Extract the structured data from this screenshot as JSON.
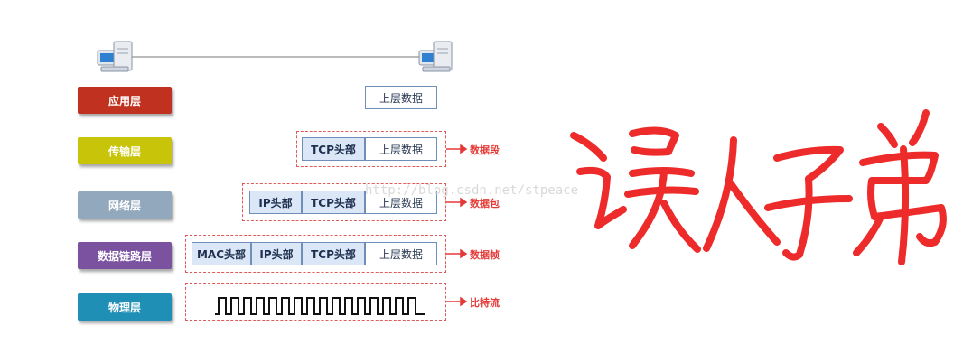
{
  "layers": [
    {
      "label": "应用层",
      "color": "#c1311f"
    },
    {
      "label": "传输层",
      "color": "#c8c40a"
    },
    {
      "label": "网络层",
      "color": "#92a8bd"
    },
    {
      "label": "数据链路层",
      "color": "#7a52a0"
    },
    {
      "label": "物理层",
      "color": "#1f8fb6"
    }
  ],
  "cells": {
    "upper_data": "上层数据",
    "tcp_header": "TCP头部",
    "ip_header": "IP头部",
    "mac_header": "MAC头部"
  },
  "units": {
    "segment": "数据段",
    "packet": "数据包",
    "frame": "数据帧",
    "bitstream": "比特流"
  },
  "watermark": "http://blog.csdn.net/stpeace",
  "handwriting": "误人子弟",
  "colors": {
    "arrow": "#e53935",
    "handwriting": "#ee2b2b",
    "dash": "#e05a5a"
  }
}
